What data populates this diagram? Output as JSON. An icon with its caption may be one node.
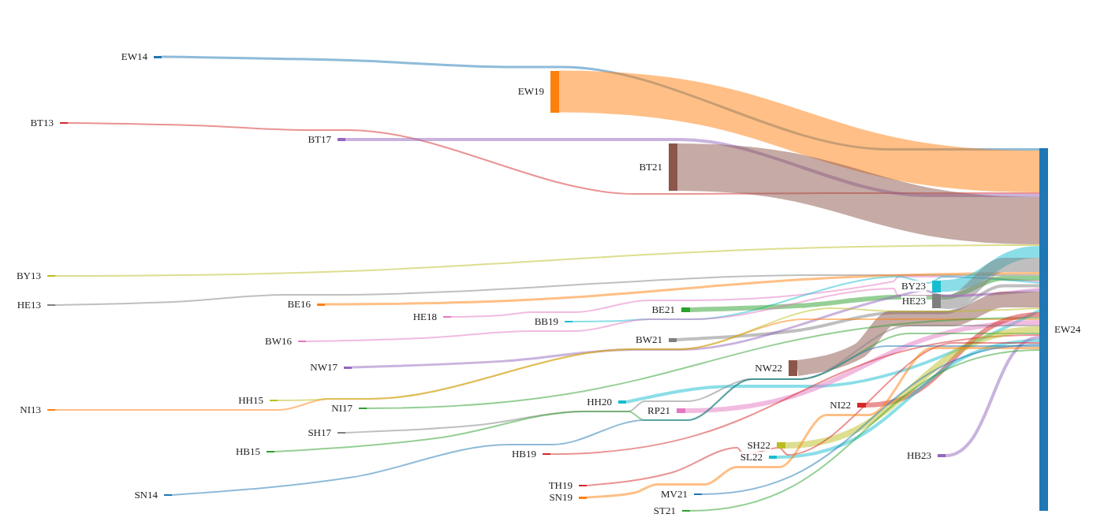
{
  "diagram": {
    "nodes": [
      {
        "text": [
          "EW14"
        ]
      },
      {
        "text": [
          "EW19"
        ]
      },
      {
        "text": [
          "BT13"
        ]
      },
      {
        "text": [
          "BT17"
        ]
      },
      {
        "text": [
          "BT21"
        ]
      },
      {
        "text": [
          "EW24"
        ]
      },
      {
        "text": [
          "BY13"
        ]
      },
      {
        "text": [
          "HE13"
        ]
      },
      {
        "text": [
          "BE16"
        ]
      },
      {
        "text": [
          "HE18"
        ]
      },
      {
        "text": [
          "BB19"
        ]
      },
      {
        "text": [
          "BE21"
        ]
      },
      {
        "text": [
          "BY23"
        ]
      },
      {
        "text": [
          "HE23"
        ]
      },
      {
        "text": [
          "BW16"
        ]
      },
      {
        "text": [
          "BW21"
        ]
      },
      {
        "text": [
          "NW17"
        ]
      },
      {
        "text": [
          "NW22"
        ]
      },
      {
        "text": [
          "NI13"
        ]
      },
      {
        "text": [
          "HH15"
        ]
      },
      {
        "text": [
          "NI17"
        ]
      },
      {
        "text": [
          "HH20"
        ]
      },
      {
        "text": [
          "RP21"
        ]
      },
      {
        "text": [
          "NI22"
        ]
      },
      {
        "text": [
          "SH17"
        ]
      },
      {
        "text": [
          "HB15"
        ]
      },
      {
        "text": [
          "HB19"
        ]
      },
      {
        "text": [
          "SH22"
        ]
      },
      {
        "text": [
          "SL22"
        ]
      },
      {
        "text": [
          "HB23"
        ]
      },
      {
        "text": [
          "SN14"
        ]
      },
      {
        "text": [
          "TH19"
        ]
      },
      {
        "text": [
          "SN19"
        ]
      },
      {
        "text": [
          "MV21"
        ]
      },
      {
        "text": [
          "ST21"
        ]
      }
    ],
    "edges": [
      {
        "from": 0,
        "to": 5,
        "arrow": "none",
        "color": "#1f77b4"
      },
      {
        "from": 1,
        "to": 5,
        "arrow": "none",
        "style": "thick",
        "color": "#ff7f0e"
      },
      {
        "from": 2,
        "to": 5,
        "arrow": "none",
        "color": "#d62728"
      },
      {
        "from": 3,
        "to": 5,
        "arrow": "none",
        "color": "#9467bd"
      },
      {
        "from": 4,
        "to": 5,
        "arrow": "none",
        "style": "thick",
        "color": "#8c564b"
      },
      {
        "from": 6,
        "to": 5,
        "arrow": "none",
        "color": "#bcbd22"
      },
      {
        "from": 7,
        "to": 5,
        "arrow": "none",
        "color": "#7f7f7f"
      },
      {
        "from": 8,
        "to": 5,
        "arrow": "none",
        "color": "#ff7f0e"
      },
      {
        "from": 9,
        "to": 5,
        "arrow": "none",
        "color": "#e377c2"
      },
      {
        "from": 10,
        "to": 5,
        "arrow": "none",
        "color": "#17becf"
      },
      {
        "from": 11,
        "to": 5,
        "arrow": "none",
        "style": "thick",
        "color": "#2ca02c"
      },
      {
        "from": 12,
        "to": 5,
        "arrow": "none",
        "style": "thick",
        "color": "#17becf"
      },
      {
        "from": 13,
        "to": 5,
        "arrow": "none",
        "style": "thick",
        "color": "#7f7f7f"
      },
      {
        "from": 14,
        "to": 5,
        "arrow": "none",
        "color": "#e377c2"
      },
      {
        "from": 15,
        "to": 5,
        "arrow": "none",
        "color": "#7f7f7f"
      },
      {
        "from": 16,
        "to": 5,
        "arrow": "none",
        "color": "#9467bd"
      },
      {
        "from": 17,
        "to": 5,
        "arrow": "none",
        "style": "thick",
        "color": "#8c564b"
      },
      {
        "from": 18,
        "to": 5,
        "arrow": "none",
        "color": "#ff7f0e"
      },
      {
        "from": 19,
        "to": 5,
        "arrow": "none",
        "color": "#bcbd22"
      },
      {
        "from": 20,
        "to": 5,
        "arrow": "none",
        "color": "#2ca02c"
      },
      {
        "from": 21,
        "to": 5,
        "arrow": "none",
        "color": "#17becf"
      },
      {
        "from": 22,
        "to": 5,
        "arrow": "none",
        "style": "thick",
        "color": "#e377c2"
      },
      {
        "from": 23,
        "to": 5,
        "arrow": "none",
        "style": "thick",
        "color": "#d62728"
      },
      {
        "from": 24,
        "to": 5,
        "arrow": "none",
        "color": "#7f7f7f"
      },
      {
        "from": 25,
        "to": 5,
        "arrow": "none",
        "color": "#2ca02c"
      },
      {
        "from": 26,
        "to": 5,
        "arrow": "none",
        "color": "#d62728"
      },
      {
        "from": 27,
        "to": 5,
        "arrow": "none",
        "style": "thick",
        "color": "#bcbd22"
      },
      {
        "from": 28,
        "to": 5,
        "arrow": "none",
        "color": "#17becf"
      },
      {
        "from": 29,
        "to": 5,
        "arrow": "none",
        "color": "#9467bd"
      },
      {
        "from": 30,
        "to": 5,
        "arrow": "none",
        "color": "#1f77b4"
      },
      {
        "from": 31,
        "to": 5,
        "arrow": "none",
        "color": "#d62728"
      },
      {
        "from": 32,
        "to": 5,
        "arrow": "none",
        "color": "#ff7f0e"
      },
      {
        "from": 33,
        "to": 5,
        "arrow": "none",
        "color": "#1f77b4"
      },
      {
        "from": 34,
        "to": 5,
        "arrow": "none",
        "color": "#2ca02c"
      }
    ]
  }
}
